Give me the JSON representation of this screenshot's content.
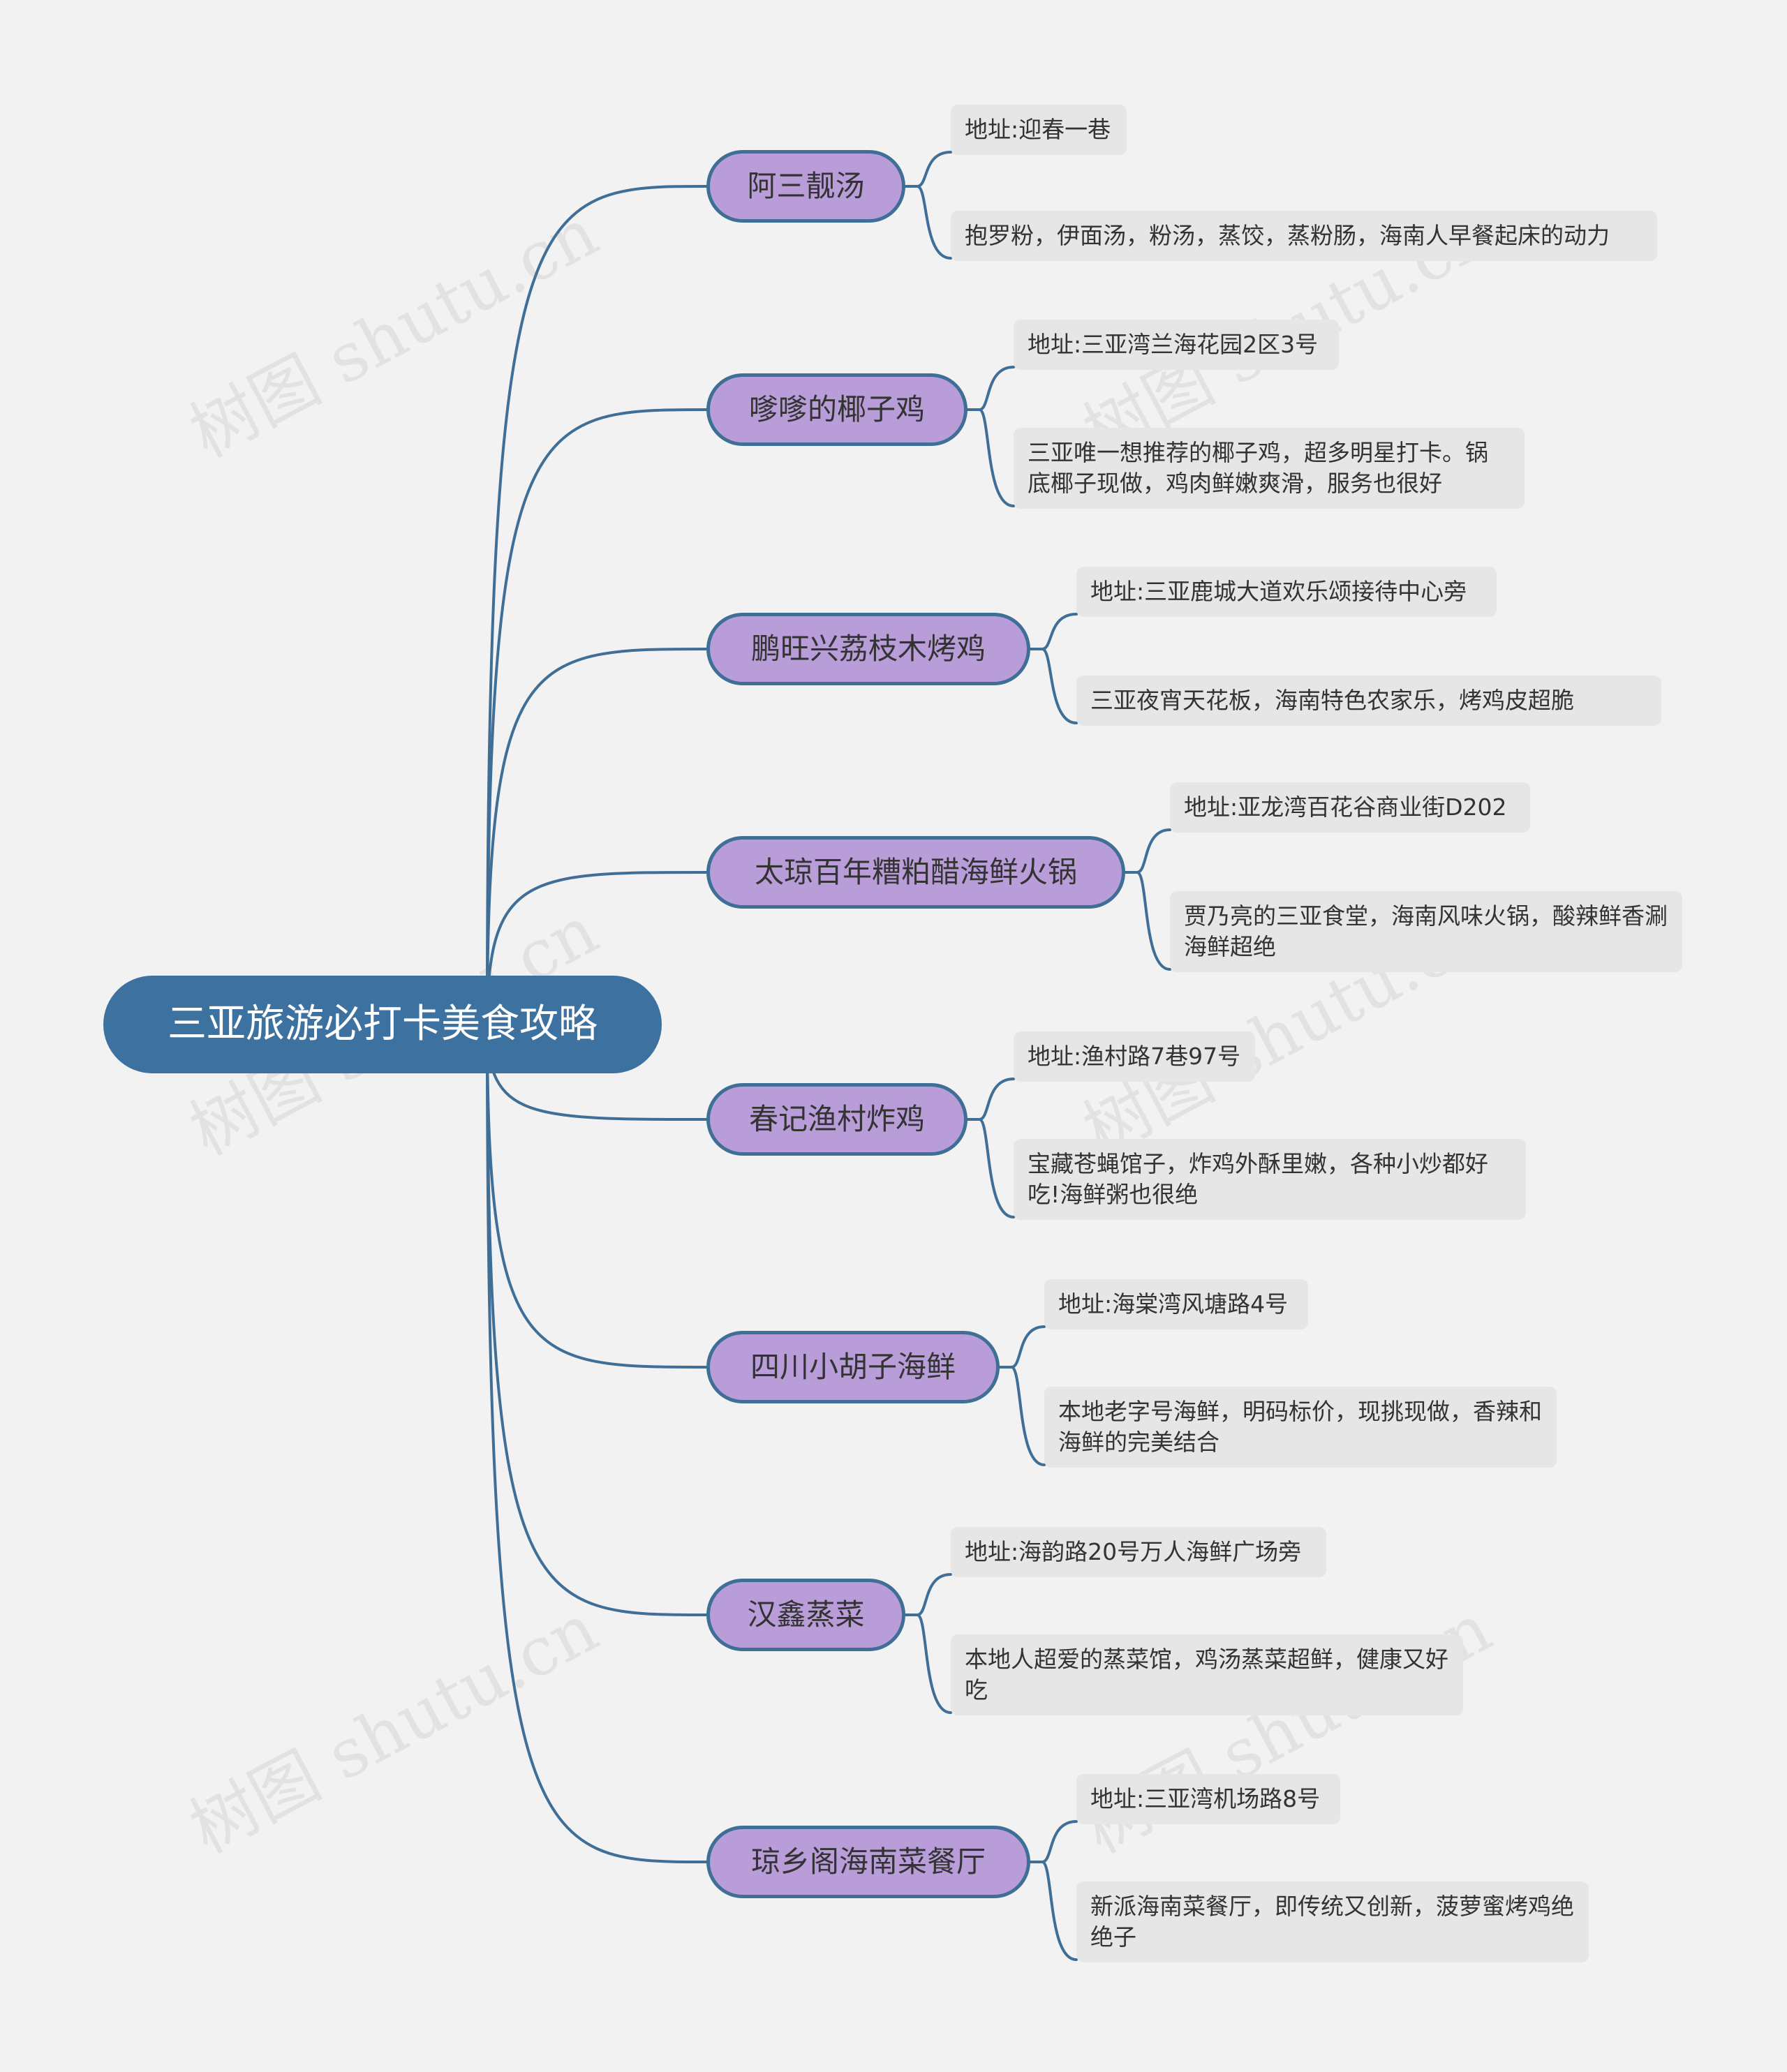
{
  "root": {
    "title": "三亚旅游必打卡美食攻略"
  },
  "branches": [
    {
      "name": "阿三靓汤",
      "leaves": [
        "地址:迎春一巷",
        "抱罗粉，伊面汤，粉汤，蒸饺，蒸粉肠，海南人早餐起床的动力"
      ]
    },
    {
      "name": "嗲嗲的椰子鸡",
      "leaves": [
        "地址:三亚湾兰海花园2区3号",
        "三亚唯一想推荐的椰子鸡，超多明星打卡。锅底椰子现做，鸡肉鲜嫩爽滑，服务也很好"
      ]
    },
    {
      "name": "鹏旺兴荔枝木烤鸡",
      "leaves": [
        "地址:三亚鹿城大道欢乐颂接待中心旁",
        "三亚夜宵天花板，海南特色农家乐，烤鸡皮超脆"
      ]
    },
    {
      "name": "太琼百年糟粕醋海鲜火锅",
      "leaves": [
        "地址:亚龙湾百花谷商业街D202",
        "贾乃亮的三亚食堂，海南风味火锅，酸辣鲜香涮海鲜超绝"
      ]
    },
    {
      "name": "春记渔村炸鸡",
      "leaves": [
        "地址:渔村路7巷97号",
        "宝藏苍蝇馆子，炸鸡外酥里嫩，各种小炒都好吃!海鲜粥也很绝"
      ]
    },
    {
      "name": "四川小胡子海鲜",
      "leaves": [
        "地址:海棠湾风塘路4号",
        "本地老字号海鲜，明码标价，现挑现做，香辣和海鲜的完美结合"
      ]
    },
    {
      "name": "汉鑫蒸菜",
      "leaves": [
        "地址:海韵路20号万人海鲜广场旁",
        "本地人超爱的蒸菜馆，鸡汤蒸菜超鲜，健康又好吃"
      ]
    },
    {
      "name": "琼乡阁海南菜餐厅",
      "leaves": [
        "地址:三亚湾机场路8号",
        "新派海南菜餐厅，即传统又创新，菠萝蜜烤鸡绝绝子"
      ]
    }
  ],
  "watermark": "树图 shutu.cn",
  "colors": {
    "root": "#3d72a0",
    "branch_fill": "#b89dd9",
    "line": "#3f6e96",
    "leaf_fill": "#e6e6e6",
    "background": "#f2f2f2"
  }
}
